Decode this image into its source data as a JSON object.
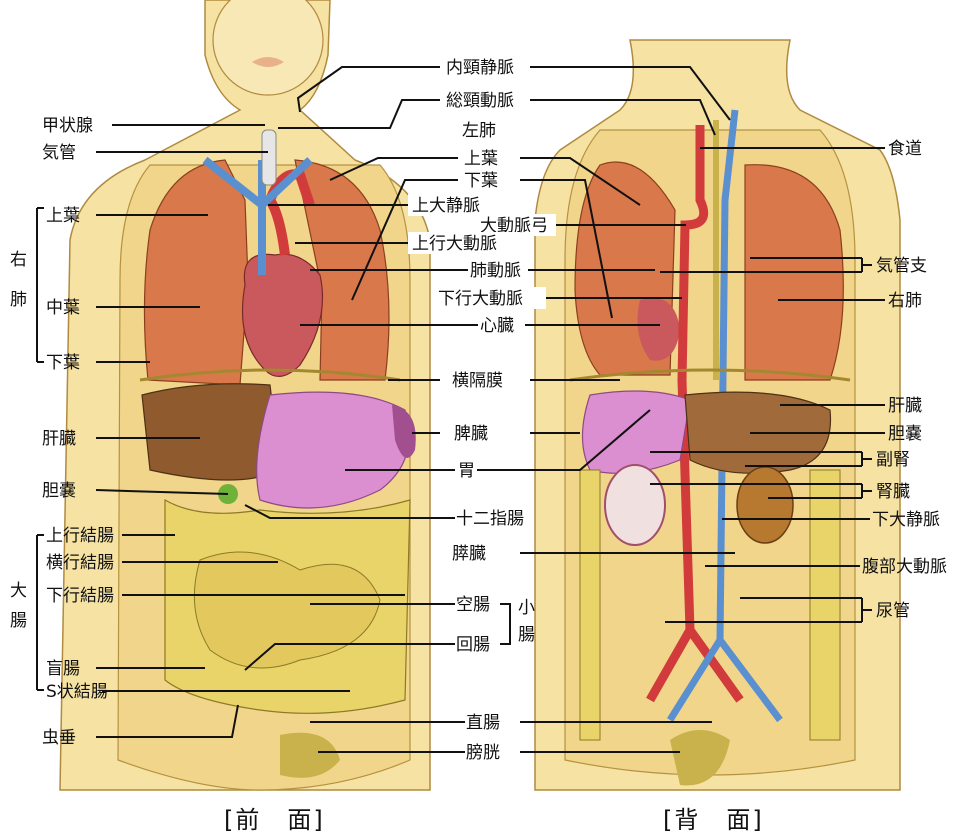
{
  "front": {
    "caption": "[前　面]",
    "labels": {
      "thyroid": "甲状腺",
      "trachea": "気管",
      "right_lung_group": "右肺",
      "upper_lobe": "上葉",
      "middle_lobe": "中葉",
      "lower_lobe": "下葉",
      "liver": "肝臓",
      "gallbladder": "胆嚢",
      "large_intestine_group": "大腸",
      "ascending_colon": "上行結腸",
      "transverse_colon": "横行結腸",
      "descending_colon": "下行結腸",
      "cecum": "盲腸",
      "sigmoid_colon": "S状結腸",
      "appendix": "虫垂"
    }
  },
  "center": {
    "labels": {
      "internal_jugular": "内頸静脈",
      "common_carotid": "総頸動脈",
      "left_lung": "左肺",
      "upper_lobe": "上葉",
      "lower_lobe": "下葉",
      "superior_vena_cava": "上大静脈",
      "aortic_arch": "大動脈弓",
      "ascending_aorta": "上行大動脈",
      "pulmonary_artery": "肺動脈",
      "descending_aorta": "下行大動脈",
      "heart": "心臓",
      "diaphragm": "横隔膜",
      "spleen": "脾臓",
      "stomach": "胃",
      "duodenum": "十二指腸",
      "pancreas": "膵臓",
      "jejunum": "空腸",
      "ileum": "回腸",
      "small_intestine_group": "小腸",
      "rectum": "直腸",
      "bladder": "膀胱"
    }
  },
  "back": {
    "caption": "[背　面]",
    "labels": {
      "esophagus": "食道",
      "bronchi": "気管支",
      "right_lung": "右肺",
      "liver": "肝臓",
      "gallbladder": "胆嚢",
      "adrenal": "副腎",
      "kidney": "腎臓",
      "inferior_vena_cava": "下大静脈",
      "abdominal_aorta": "腹部大動脈",
      "ureter": "尿管"
    }
  },
  "colors": {
    "skin": "#f6e3a3",
    "lung": "#d9784a",
    "heart": "#c9595c",
    "liver": "#8e5a2e",
    "stomach": "#dc8fd0",
    "intestine": "#e9d46a",
    "artery": "#d23b3b",
    "vein": "#5a8fd0",
    "bladder": "#c9b24b"
  }
}
